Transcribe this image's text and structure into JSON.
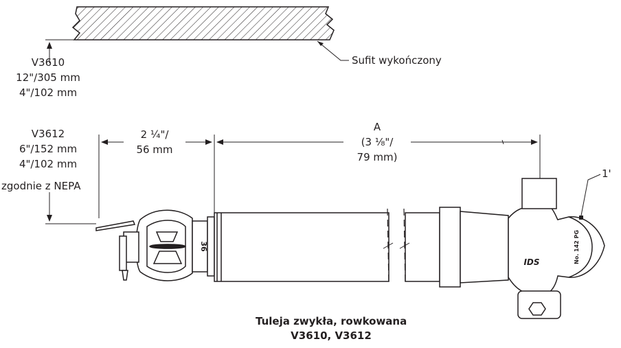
{
  "ceiling_label": "Sufit wykończony",
  "left_specs": {
    "v3610_model": "V3610",
    "v3610_max": "12\"/305 mm",
    "v3610_min": "4\"/102 mm",
    "v3612_model": "V3612",
    "v3612_max": "6\"/152 mm",
    "v3612_min": "4\"/102 mm",
    "nepa": "zgodnie z NEPA"
  },
  "dim_head": {
    "line1": "2 ¼\"/",
    "line2": "56 mm"
  },
  "dim_a": {
    "letter": "A",
    "line1": "(3 ¹⁄₈\"/",
    "line2": "79 mm)"
  },
  "callout": "1'",
  "markings": {
    "size": "36",
    "coupling": "No. 142 PG",
    "logo": "IDS"
  },
  "caption": {
    "line1": "Tuleja zwykła, rowkowana",
    "line2": "V3610, V3612"
  }
}
